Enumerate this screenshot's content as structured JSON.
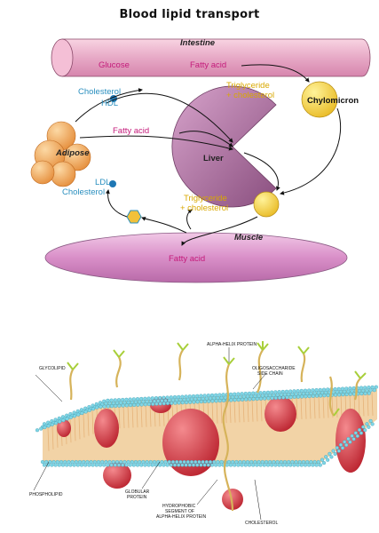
{
  "top_diagram": {
    "title": "Blood lipid transport",
    "labels": {
      "intestine": "Intestine",
      "glucose": "Glucose",
      "fatty_acid_intestine": "Fatty acid",
      "chylomicron": "Chylomicron",
      "tg_chol_1_line1": "Triglyceride",
      "tg_chol_1_line2": "+ cholesterol",
      "cholesterol_hdl_line1": "Cholesterol",
      "cholesterol_hdl_line2": "HDL",
      "fatty_acid_adipose": "Fatty acid",
      "adipose": "Adipose",
      "liver": "Liver",
      "ldl_line1": "LDL",
      "ldl_line2": "Cholesterol",
      "tg_chol_2_line1": "Triglyceride",
      "tg_chol_2_line2": "+ cholesterol",
      "muscle": "Muscle",
      "fatty_acid_muscle": "Fatty acid"
    },
    "colors": {
      "intestine": "#e7a9c6",
      "muscle": "#d78cc4",
      "adipose": "#f2a85a",
      "liver": "#b97aa8",
      "chylomicron": "#f7d23e",
      "magenta_text": "#c41a7a",
      "blue_text": "#2a8fbf",
      "yellow_text": "#d9a800"
    }
  },
  "bottom_diagram": {
    "labels": {
      "alpha_helix_protein_top": "ALPHA-HELIX PROTEIN",
      "glycolipid": "GLYCOLIPID",
      "oligo_line1": "OLIGOSACCHARIDE",
      "oligo_line2": "SIDE CHAIN",
      "phospholipid": "PHOSPHOLIPID",
      "globular_line1": "GLOBULAR",
      "globular_line2": "PROTEIN",
      "hydrophobic_line1": "HYDROPHOBIC",
      "hydrophobic_line2": "SEGMENT OF",
      "hydrophobic_line3": "ALPHA-HELIX PROTEIN",
      "cholesterol": "CHOLESTEROL"
    },
    "colors": {
      "head": "#7fd6e6",
      "head_edge": "#2f8fa4",
      "protein": "#d8323c",
      "helix": "#d6b35a",
      "sugar": "#a8cf3a",
      "tail": "#e6b37a"
    }
  }
}
